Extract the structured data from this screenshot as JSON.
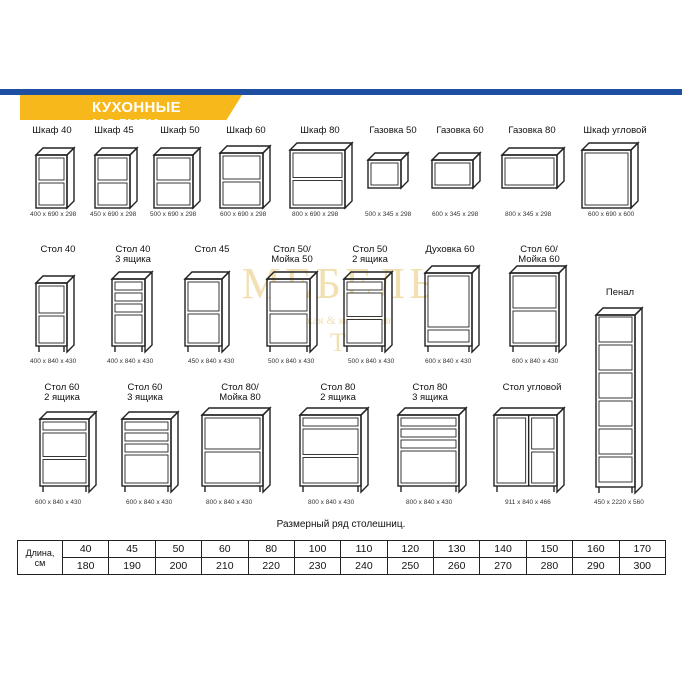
{
  "header": {
    "title": "КУХОННЫЕ МОДУЛИ"
  },
  "watermark": {
    "main": "МЕБЕЛЬ",
    "sub": "мягкая & корпусная",
    "third": "Т"
  },
  "modules": [
    {
      "id": "shkaf-40",
      "label": "Шкаф 40",
      "dims": "400 x 690 x 298"
    },
    {
      "id": "shkaf-45",
      "label": "Шкаф 45",
      "dims": "450 x 690 x 298"
    },
    {
      "id": "shkaf-50",
      "label": "Шкаф 50",
      "dims": "500 x 690 x 298"
    },
    {
      "id": "shkaf-60",
      "label": "Шкаф 60",
      "dims": "600 x 690 x 298"
    },
    {
      "id": "shkaf-80",
      "label": "Шкаф 80",
      "dims": "800 x 690 x 298"
    },
    {
      "id": "gazovka-50",
      "label": "Газовка 50",
      "dims": "500 x 345 x 298"
    },
    {
      "id": "gazovka-60",
      "label": "Газовка 60",
      "dims": "600 x 345 x 298"
    },
    {
      "id": "gazovka-80",
      "label": "Газовка 80",
      "dims": "800 x 345 x 298"
    },
    {
      "id": "shkaf-uglovoy",
      "label": "Шкаф угловой",
      "dims": "600 x 690 x 600"
    },
    {
      "id": "stol-40",
      "label": "Стол 40",
      "dims": "400 x 840 x 430"
    },
    {
      "id": "stol-40-3",
      "label": "Стол 40\n3 ящика",
      "dims": "400 x 840 x 430"
    },
    {
      "id": "stol-45",
      "label": "Стол 45",
      "dims": "450 x 840 x 430"
    },
    {
      "id": "stol-50-moyka",
      "label": "Стол 50/\nМойка 50",
      "dims": "500 x 840 x 430"
    },
    {
      "id": "stol-50-2",
      "label": "Стол 50\n2 ящика",
      "dims": "500 x 840 x 430"
    },
    {
      "id": "duhovka-60",
      "label": "Духовка 60",
      "dims": "600 x 840 x 430"
    },
    {
      "id": "stol-60-moyka",
      "label": "Стол 60/\nМойка 60",
      "dims": "600 x 840 x 430"
    },
    {
      "id": "penal",
      "label": "Пенал",
      "dims": "450 x 2220 x 560"
    },
    {
      "id": "stol-60-2",
      "label": "Стол 60\n2 ящика",
      "dims": "600 x 840 x 430"
    },
    {
      "id": "stol-60-3",
      "label": "Стол 60\n3 ящика",
      "dims": "600 x 840 x 430"
    },
    {
      "id": "stol-80-moyka",
      "label": "Стол 80/\nМойка 80",
      "dims": "800 x 840 x 430"
    },
    {
      "id": "stol-80-2",
      "label": "Стол 80\n2 ящика",
      "dims": "800 x 840 x 430"
    },
    {
      "id": "stol-80-3",
      "label": "Стол 80\n3 ящика",
      "dims": "800 x 840 x 430"
    },
    {
      "id": "stol-uglovoy",
      "label": "Стол угловой",
      "dims": "911 x 840 x 466"
    }
  ],
  "worktop_table": {
    "title": "Размерный ряд столешниц.",
    "row_header": "Длина,\nсм",
    "row1": [
      "40",
      "45",
      "50",
      "60",
      "80",
      "100",
      "110",
      "120",
      "130",
      "140",
      "150",
      "160",
      "170"
    ],
    "row2": [
      "180",
      "190",
      "200",
      "210",
      "220",
      "230",
      "240",
      "250",
      "260",
      "270",
      "280",
      "290",
      "300"
    ]
  }
}
